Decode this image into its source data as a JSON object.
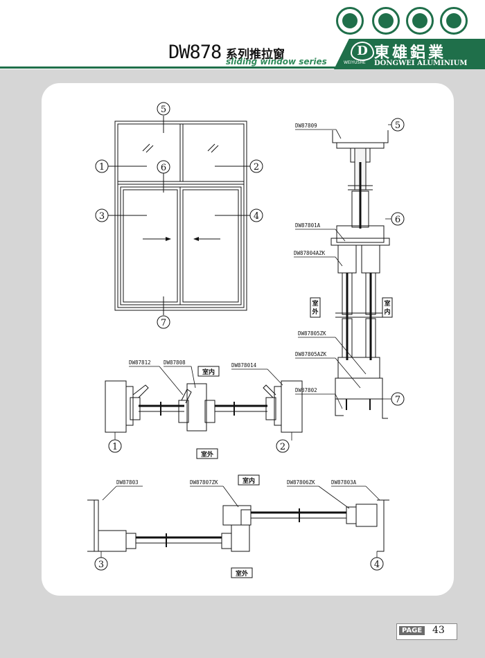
{
  "header": {
    "model": "DW878",
    "series_cn": "系列推拉窗",
    "series_en": "sliding window series"
  },
  "brand": {
    "logo_letter": "D",
    "name_cn": "東雄鋁業",
    "name_en": "DONGWEI ALUMINIUM",
    "name_en_small": "WEIYUSHE"
  },
  "colors": {
    "brand_green": "#1f6f4a",
    "accent_green": "#2f8a5a"
  },
  "certificates": [
    "cert-icon-1",
    "cert-icon-2",
    "cert-icon-3",
    "cert-icon-4"
  ],
  "elevation": {
    "callouts": [
      "1",
      "2",
      "3",
      "4",
      "5",
      "6",
      "7"
    ]
  },
  "vertical_section": {
    "parts": [
      "DW87809",
      "DW87801A",
      "DW87804AZK",
      "DW87805ZK",
      "DW87805AZK",
      "DW87802"
    ],
    "callouts": [
      "5",
      "6",
      "7"
    ],
    "outside": "室\n外",
    "inside": "室\n内"
  },
  "horizontal_section_top": {
    "parts": [
      "DW87812",
      "DW87808",
      "DW878014"
    ],
    "inside": "室内",
    "outside": "室外",
    "callouts": [
      "1",
      "2"
    ]
  },
  "horizontal_section_bottom": {
    "parts": [
      "DW87803",
      "DW87807ZK",
      "DW87806ZK",
      "DW87803A"
    ],
    "inside": "室内",
    "outside": "室外",
    "callouts": [
      "3",
      "4"
    ]
  },
  "footer": {
    "page_label": "PAGE",
    "page_number": "43"
  }
}
